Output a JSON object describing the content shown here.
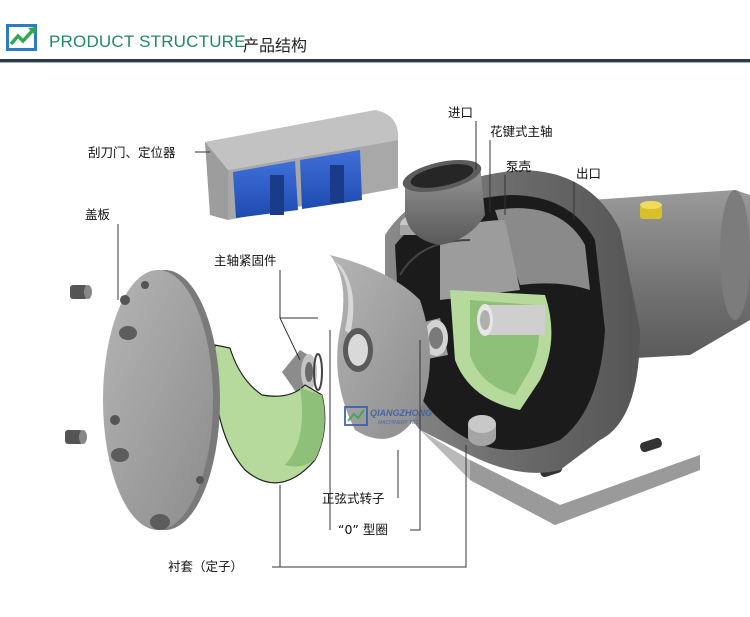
{
  "header": {
    "title_en": "PRODUCT STRUCTURE",
    "title_zh": "产品结构",
    "colors": {
      "title_en": "#1f8a63",
      "rule": "#2d3a45",
      "logo_green": "#2fa84f",
      "logo_blue": "#2b7cc0"
    },
    "logo_icon": "brand-logo-icon"
  },
  "diagram": {
    "watermark": {
      "brand": "QIANGZHONG",
      "sub": "MACHINERY TEC"
    },
    "labels": {
      "scraper_door": "刮刀门、定位器",
      "cover_plate": "盖板",
      "shaft_fastener": "主轴紧固件",
      "inlet": "进口",
      "spline_shaft": "花键式主轴",
      "pump_housing": "泵壳",
      "outlet": "出口",
      "sine_rotor": "正弦式转子",
      "o_ring": "“0” 型圈",
      "liner_stator": "衬套（定子）"
    }
  }
}
